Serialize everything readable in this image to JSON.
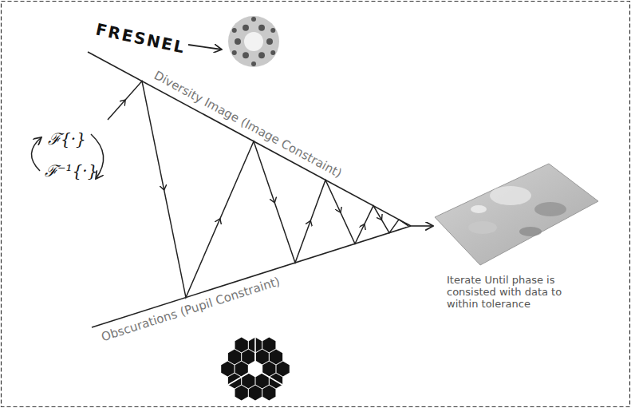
{
  "diagram": {
    "labels": [
      "FRESNEL",
      "Diversity Image (Image Constraint)",
      "Obscurations (Pupil Constraint)",
      "ℱ{·}",
      "ℱ⁻¹{·}",
      "Iterate Until phase is consisted with data to within tolerance"
    ]
  }
}
